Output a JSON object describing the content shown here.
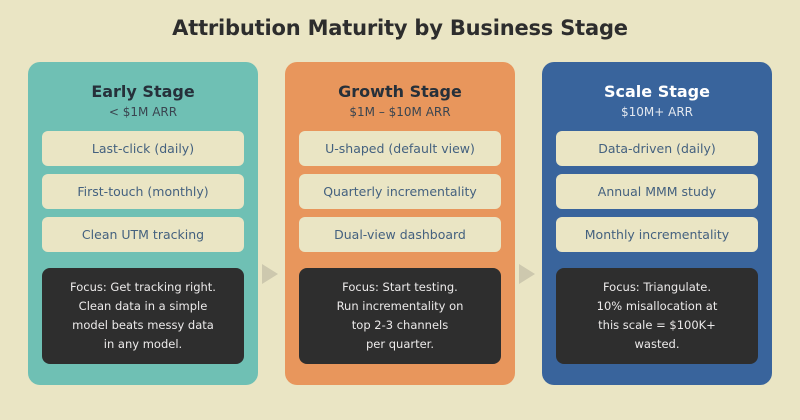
{
  "page": {
    "title": "Attribution Maturity by Business Stage",
    "background_color": "#eae5c4",
    "arrow_icon_color": "#cdc8ae"
  },
  "stages": [
    {
      "id": "early",
      "title": "Early Stage",
      "subtitle": "< $1M ARR",
      "color": "#6fc0b4",
      "chips": [
        "Last-click (daily)",
        "First-touch (monthly)",
        "Clean UTM tracking"
      ],
      "focus_lines": [
        "Focus: Get tracking right.",
        "Clean data in a simple",
        "model beats messy data",
        "in any model."
      ]
    },
    {
      "id": "growth",
      "title": "Growth Stage",
      "subtitle": "$1M – $10M ARR",
      "color": "#e8965c",
      "chips": [
        "U-shaped (default view)",
        "Quarterly incrementality",
        "Dual-view dashboard"
      ],
      "focus_lines": [
        "Focus: Start testing.",
        "Run incrementality on",
        "top 2-3 channels",
        "per quarter."
      ]
    },
    {
      "id": "scale",
      "title": "Scale Stage",
      "subtitle": "$10M+ ARR",
      "color": "#39649c",
      "chips": [
        "Data-driven (daily)",
        "Annual MMM study",
        "Monthly incrementality"
      ],
      "focus_lines": [
        "Focus: Triangulate.",
        "10% misallocation at",
        "this scale = $100K+",
        "wasted."
      ]
    }
  ],
  "connectors": [
    {
      "icon": "arrow-right-icon"
    },
    {
      "icon": "arrow-right-icon"
    }
  ]
}
